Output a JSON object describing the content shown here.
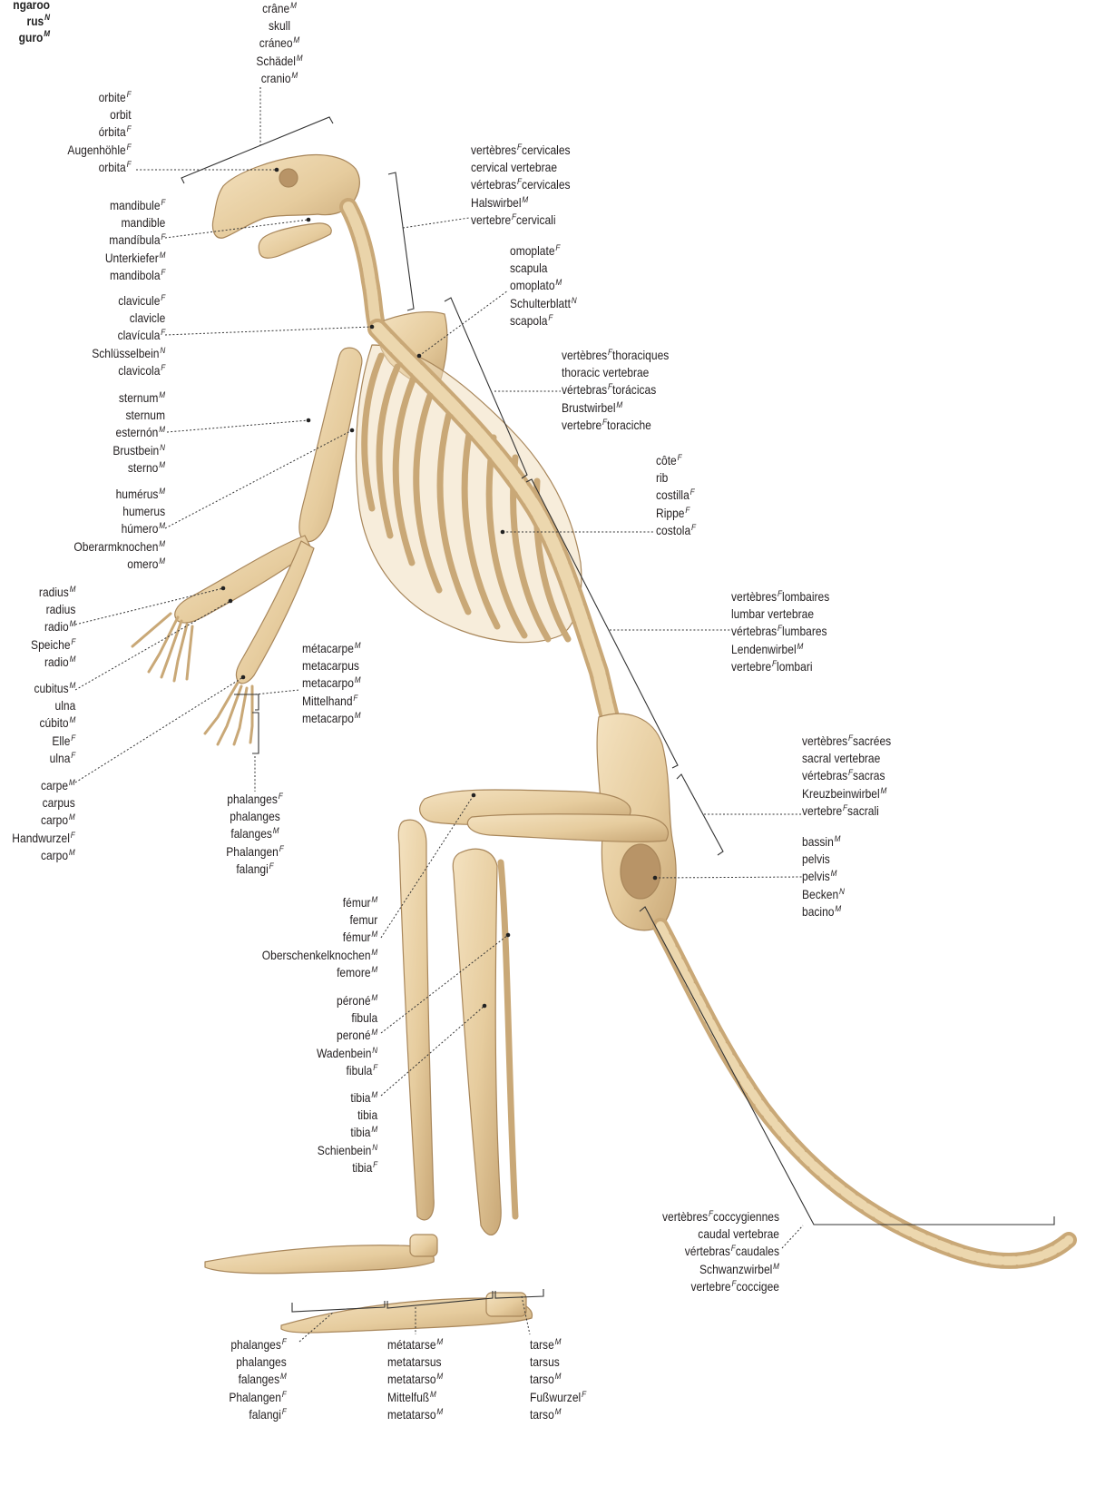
{
  "title": [
    {
      "text": "ngaroo",
      "g": ""
    },
    {
      "text": "rus",
      "g": "N"
    },
    {
      "text": "guro",
      "g": "M"
    }
  ],
  "labels": {
    "skull": [
      {
        "t": "crâne",
        "g": "M"
      },
      {
        "t": "skull",
        "g": ""
      },
      {
        "t": "cráneo",
        "g": "M"
      },
      {
        "t": "Schädel",
        "g": "M"
      },
      {
        "t": "cranio",
        "g": "M"
      }
    ],
    "orbit": [
      {
        "t": "orbite",
        "g": "F"
      },
      {
        "t": "orbit",
        "g": ""
      },
      {
        "t": "órbita",
        "g": "F"
      },
      {
        "t": "Augenhöhle",
        "g": "F"
      },
      {
        "t": "orbita",
        "g": "F"
      }
    ],
    "mandible": [
      {
        "t": "mandibule",
        "g": "F"
      },
      {
        "t": "mandible",
        "g": ""
      },
      {
        "t": "mandíbula",
        "g": "F"
      },
      {
        "t": "Unterkiefer",
        "g": "M"
      },
      {
        "t": "mandibola",
        "g": "F"
      }
    ],
    "clavicle": [
      {
        "t": "clavicule",
        "g": "F"
      },
      {
        "t": "clavicle",
        "g": ""
      },
      {
        "t": "clavícula",
        "g": "F"
      },
      {
        "t": "Schlüsselbein",
        "g": "N"
      },
      {
        "t": "clavicola",
        "g": "F"
      }
    ],
    "sternum": [
      {
        "t": "sternum",
        "g": "M"
      },
      {
        "t": "sternum",
        "g": ""
      },
      {
        "t": "esternón",
        "g": "M"
      },
      {
        "t": "Brustbein",
        "g": "N"
      },
      {
        "t": "sterno",
        "g": "M"
      }
    ],
    "humerus": [
      {
        "t": "humérus",
        "g": "M"
      },
      {
        "t": "humerus",
        "g": ""
      },
      {
        "t": "húmero",
        "g": "M"
      },
      {
        "t": "Oberarmknochen",
        "g": "M"
      },
      {
        "t": "omero",
        "g": "M"
      }
    ],
    "radius": [
      {
        "t": "radius",
        "g": "M"
      },
      {
        "t": "radius",
        "g": ""
      },
      {
        "t": "radio",
        "g": "M"
      },
      {
        "t": "Speiche",
        "g": "F"
      },
      {
        "t": "radio",
        "g": "M"
      }
    ],
    "ulna": [
      {
        "t": "cubitus",
        "g": "M"
      },
      {
        "t": "ulna",
        "g": ""
      },
      {
        "t": "cúbito",
        "g": "M"
      },
      {
        "t": "Elle",
        "g": "F"
      },
      {
        "t": "ulna",
        "g": "F"
      }
    ],
    "carpus": [
      {
        "t": "carpe",
        "g": "M"
      },
      {
        "t": "carpus",
        "g": ""
      },
      {
        "t": "carpo",
        "g": "M"
      },
      {
        "t": "Handwurzel",
        "g": "F"
      },
      {
        "t": "carpo",
        "g": "M"
      }
    ],
    "metacarpus": [
      {
        "t": "métacarpe",
        "g": "M"
      },
      {
        "t": "metacarpus",
        "g": ""
      },
      {
        "t": "metacarpo",
        "g": "M"
      },
      {
        "t": "Mittelhand",
        "g": "F"
      },
      {
        "t": "metacarpo",
        "g": "M"
      }
    ],
    "hand_phalanges": [
      {
        "t": "phalanges",
        "g": "F"
      },
      {
        "t": "phalanges",
        "g": ""
      },
      {
        "t": "falanges",
        "g": "M"
      },
      {
        "t": "Phalangen",
        "g": "F"
      },
      {
        "t": "falangi",
        "g": "F"
      }
    ],
    "cervical": [
      {
        "t": "vertèbres",
        "g": "F",
        "t2": "cervicales"
      },
      {
        "t": "cervical vertebrae",
        "g": ""
      },
      {
        "t": "vértebras",
        "g": "F",
        "t2": "cervicales"
      },
      {
        "t": "Halswirbel",
        "g": "M"
      },
      {
        "t": "vertebre",
        "g": "F",
        "t2": "cervicali"
      }
    ],
    "scapula": [
      {
        "t": "omoplate",
        "g": "F"
      },
      {
        "t": "scapula",
        "g": ""
      },
      {
        "t": "omoplato",
        "g": "M"
      },
      {
        "t": "Schulterblatt",
        "g": "N"
      },
      {
        "t": "scapola",
        "g": "F"
      }
    ],
    "thoracic": [
      {
        "t": "vertèbres",
        "g": "F",
        "t2": "thoraciques"
      },
      {
        "t": "thoracic vertebrae",
        "g": ""
      },
      {
        "t": "vértebras",
        "g": "F",
        "t2": "torácicas"
      },
      {
        "t": "Brustwirbel",
        "g": "M"
      },
      {
        "t": "vertebre",
        "g": "F",
        "t2": "toraciche"
      }
    ],
    "rib": [
      {
        "t": "côte",
        "g": "F"
      },
      {
        "t": "rib",
        "g": ""
      },
      {
        "t": "costilla",
        "g": "F"
      },
      {
        "t": "Rippe",
        "g": "F"
      },
      {
        "t": "costola",
        "g": "F"
      }
    ],
    "lumbar": [
      {
        "t": "vertèbres",
        "g": "F",
        "t2": "lombaires"
      },
      {
        "t": "lumbar vertebrae",
        "g": ""
      },
      {
        "t": "vértebras",
        "g": "F",
        "t2": "lumbares"
      },
      {
        "t": "Lendenwirbel",
        "g": "M"
      },
      {
        "t": "vertebre",
        "g": "F",
        "t2": "lombari"
      }
    ],
    "sacral": [
      {
        "t": "vertèbres",
        "g": "F",
        "t2": "sacrées"
      },
      {
        "t": "sacral vertebrae",
        "g": ""
      },
      {
        "t": "vértebras",
        "g": "F",
        "t2": "sacras"
      },
      {
        "t": "Kreuzbeinwirbel",
        "g": "M"
      },
      {
        "t": "vertebre",
        "g": "F",
        "t2": "sacrali"
      }
    ],
    "pelvis": [
      {
        "t": "bassin",
        "g": "M"
      },
      {
        "t": "pelvis",
        "g": ""
      },
      {
        "t": "pelvis",
        "g": "M"
      },
      {
        "t": "Becken",
        "g": "N"
      },
      {
        "t": "bacino",
        "g": "M"
      }
    ],
    "femur": [
      {
        "t": "fémur",
        "g": "M"
      },
      {
        "t": "femur",
        "g": ""
      },
      {
        "t": "fémur",
        "g": "M"
      },
      {
        "t": "Oberschenkelknochen",
        "g": "M"
      },
      {
        "t": "femore",
        "g": "M"
      }
    ],
    "fibula": [
      {
        "t": "péroné",
        "g": "M"
      },
      {
        "t": "fibula",
        "g": ""
      },
      {
        "t": "peroné",
        "g": "M"
      },
      {
        "t": "Wadenbein",
        "g": "N"
      },
      {
        "t": "fibula",
        "g": "F"
      }
    ],
    "tibia": [
      {
        "t": "tibia",
        "g": "M"
      },
      {
        "t": "tibia",
        "g": ""
      },
      {
        "t": "tibia",
        "g": "M"
      },
      {
        "t": "Schienbein",
        "g": "N"
      },
      {
        "t": "tibia",
        "g": "F"
      }
    ],
    "caudal": [
      {
        "t": "vertèbres",
        "g": "F",
        "t2": "coccygiennes"
      },
      {
        "t": "caudal vertebrae",
        "g": ""
      },
      {
        "t": "vértebras",
        "g": "F",
        "t2": "caudales"
      },
      {
        "t": "Schwanzwirbel",
        "g": "M"
      },
      {
        "t": "vertebre",
        "g": "F",
        "t2": "coccigee"
      }
    ],
    "foot_phalanges": [
      {
        "t": "phalanges",
        "g": "F"
      },
      {
        "t": "phalanges",
        "g": ""
      },
      {
        "t": "falanges",
        "g": "M"
      },
      {
        "t": "Phalangen",
        "g": "F"
      },
      {
        "t": "falangi",
        "g": "F"
      }
    ],
    "metatarsus": [
      {
        "t": "métatarse",
        "g": "M"
      },
      {
        "t": "metatarsus",
        "g": ""
      },
      {
        "t": "metatarso",
        "g": "M"
      },
      {
        "t": "Mittelfuß",
        "g": "M"
      },
      {
        "t": "metatarso",
        "g": "M"
      }
    ],
    "tarsus": [
      {
        "t": "tarse",
        "g": "M"
      },
      {
        "t": "tarsus",
        "g": ""
      },
      {
        "t": "tarso",
        "g": "M"
      },
      {
        "t": "Fußwurzel",
        "g": "F"
      },
      {
        "t": "tarso",
        "g": "M"
      }
    ]
  },
  "colors": {
    "bone": "#e9d2a8",
    "bone_shade": "#c9a877",
    "bone_dark": "#a8865a",
    "leader": "#333333",
    "background": "#ffffff"
  }
}
